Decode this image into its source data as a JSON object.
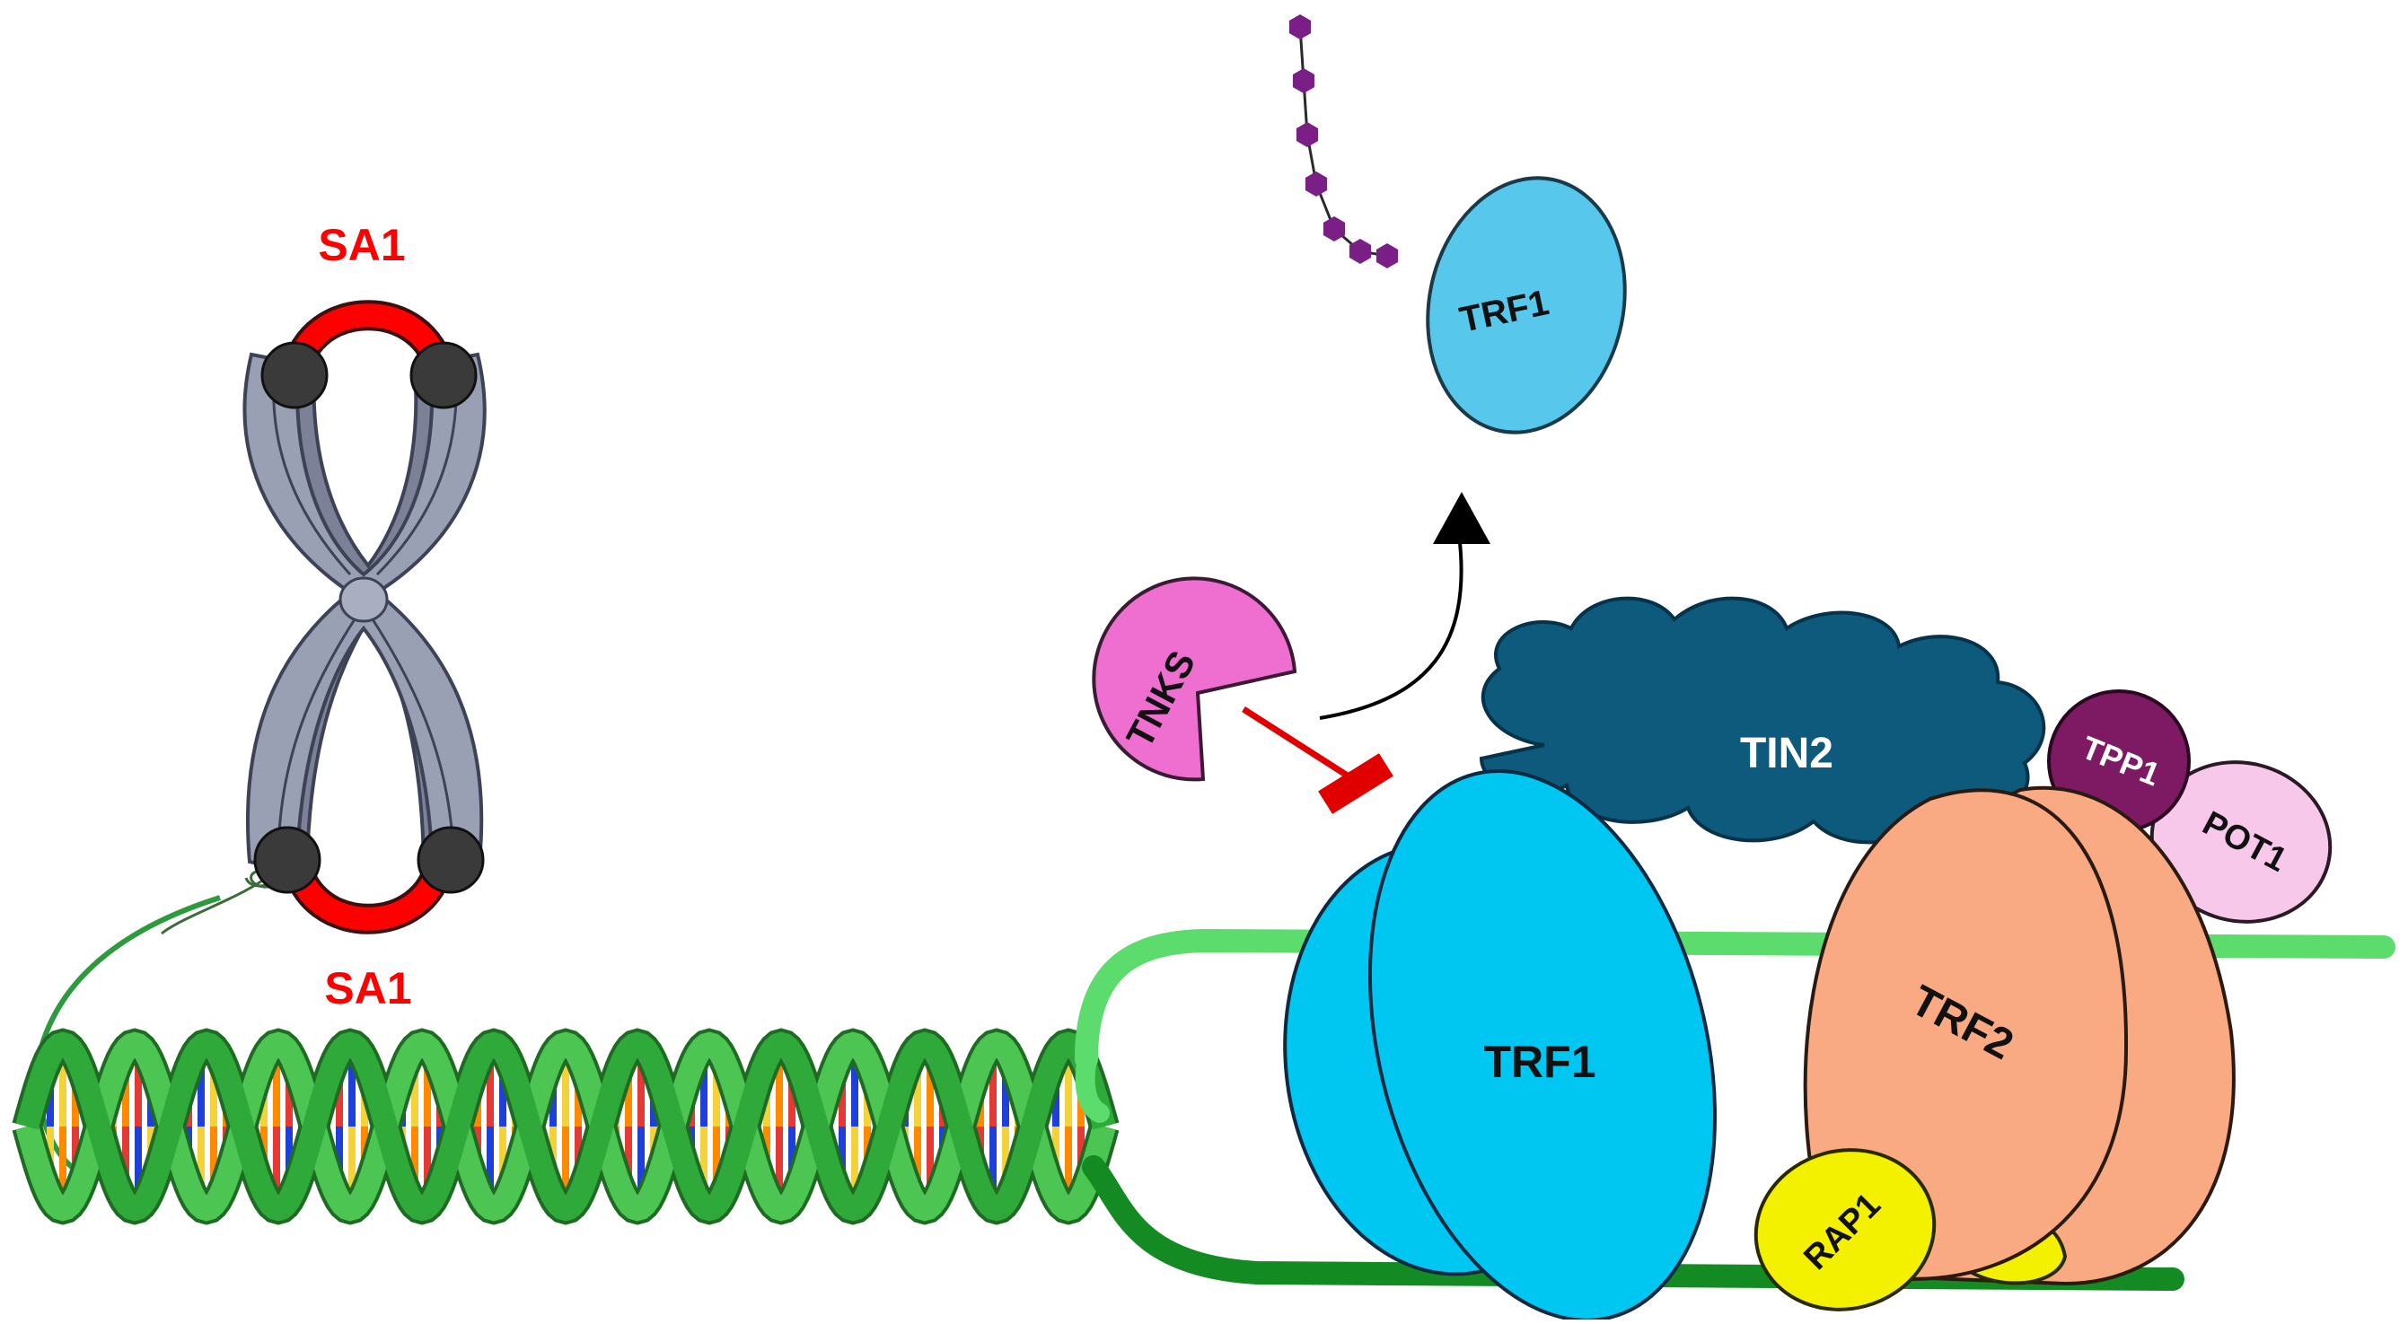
{
  "labels": {
    "sa1_top": "SA1",
    "sa1_bottom": "SA1",
    "trf1_released": "TRF1",
    "tnks": "TNKS",
    "tin2": "TIN2",
    "tpp1": "TPP1",
    "pot1": "POT1",
    "trf1_bound": "TRF1",
    "trf2": "TRF2",
    "rap1": "RAP1"
  },
  "colors": {
    "sa1": "#ff0000",
    "cohesin_bead": "#3a3a3a",
    "chromosome": "#9aa0b4",
    "trf1_released": "#57c8ec",
    "trf1_bound": "#00c7f2",
    "tnks": "#ee6fd0",
    "tin2": "#0d5a7c",
    "tpp1": "#7e1a63",
    "pot1": "#f8c8ea",
    "trf2": "#f9aa82",
    "rap1": "#f3f000",
    "telomere_strand_light": "#5cdc6c",
    "telomere_strand_dark": "#138a22",
    "dna_backbone": "#3cb443",
    "parp_chain": "#7a1f86",
    "inhibition": "#e00000",
    "arrow": "#000000"
  },
  "icons": {
    "chromosome": "chromosome-icon",
    "dna": "dna-double-helix-icon",
    "par_chain": "par-chain-icon"
  }
}
